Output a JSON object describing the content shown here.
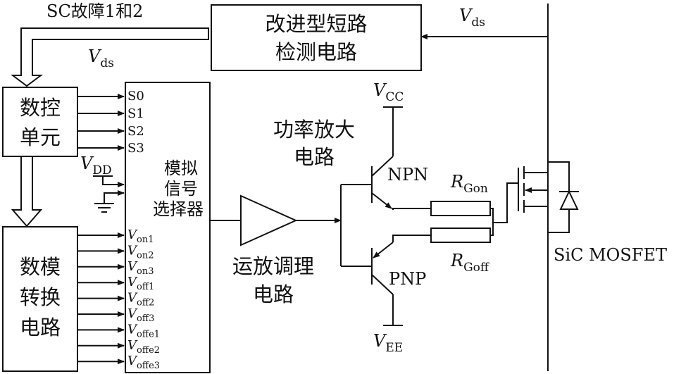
{
  "blocks": {
    "detect_l1": "改进型短路",
    "detect_l2": "检测电路",
    "digital_l1": "数控",
    "digital_l2": "单元",
    "dac_l1": "数模",
    "dac_l2": "转换",
    "dac_l3": "电路",
    "mux_l1": "模拟",
    "mux_l2": "信号",
    "mux_l3": "选择器",
    "opamp_l1": "运放调理",
    "opamp_l2": "电路",
    "power_l1": "功率放大",
    "power_l2": "电路"
  },
  "labels": {
    "sc_fault": "SC故障1和2",
    "vds_main": "V",
    "vds_sub": "ds",
    "vdd_main": "V",
    "vdd_sub": "DD",
    "vcc_main": "V",
    "vcc_sub": "CC",
    "vee_main": "V",
    "vee_sub": "EE",
    "npn": "NPN",
    "pnp": "PNP",
    "r_main": "R",
    "rgon_sub": "Gon",
    "rgoff_sub": "Goff",
    "sic_mosfet": "SiC MOSFET"
  },
  "s_pins": [
    "S0",
    "S1",
    "S2",
    "S3"
  ],
  "v_pins": [
    {
      "main": "V",
      "sub": "on1"
    },
    {
      "main": "V",
      "sub": "on2"
    },
    {
      "main": "V",
      "sub": "on3"
    },
    {
      "main": "V",
      "sub": "off1"
    },
    {
      "main": "V",
      "sub": "off2"
    },
    {
      "main": "V",
      "sub": "off3"
    },
    {
      "main": "V",
      "sub": "offe1"
    },
    {
      "main": "V",
      "sub": "offe2"
    },
    {
      "main": "V",
      "sub": "offe3"
    }
  ]
}
